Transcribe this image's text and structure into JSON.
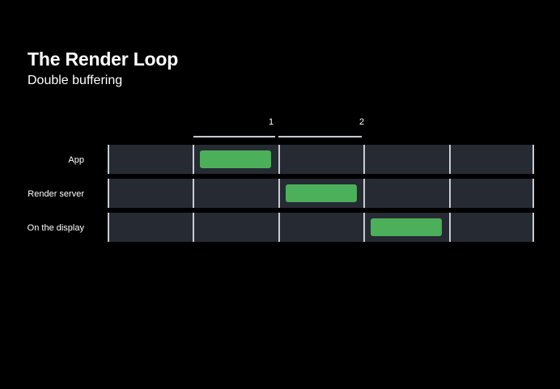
{
  "header": {
    "title": "The Render Loop",
    "subtitle": "Double buffering"
  },
  "timeline": {
    "brackets": [
      {
        "label": "1"
      },
      {
        "label": "2"
      }
    ],
    "rows": [
      {
        "label": "App",
        "active_slot": 1
      },
      {
        "label": "Render server",
        "active_slot": 2
      },
      {
        "label": "On the display",
        "active_slot": 3
      }
    ],
    "slot_count": 5
  },
  "colors": {
    "background": "#000000",
    "lane": "#262a33",
    "divider": "#c8ccd2",
    "frame": "#4caf5a"
  }
}
